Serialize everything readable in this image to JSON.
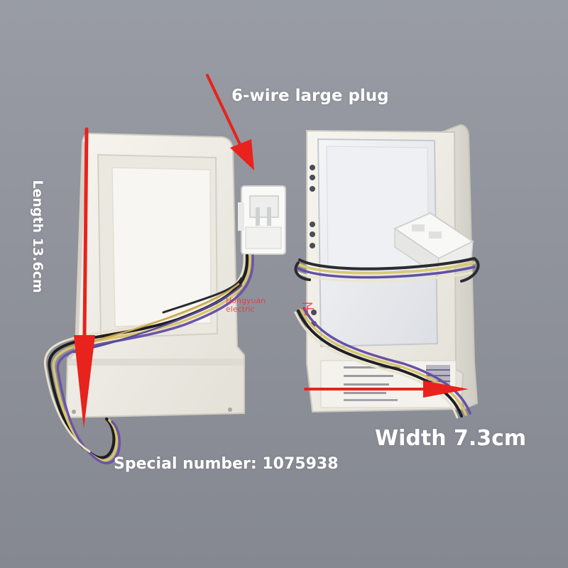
{
  "annotations": {
    "plug_label": "6-wire large plug",
    "length_label": "Length 13.6cm",
    "width_label": "Width 7.3cm",
    "special_number": "Special number: 1075938"
  },
  "watermark": {
    "line1": "Hongyuan",
    "line2": "electric",
    "glyph": "子"
  },
  "colors": {
    "background": "#8f929b",
    "module_body": "#f1efe8",
    "annotation_arrow": "#e8221c",
    "caption_text": "#ffffff",
    "watermark_text": "#e23b3b"
  }
}
